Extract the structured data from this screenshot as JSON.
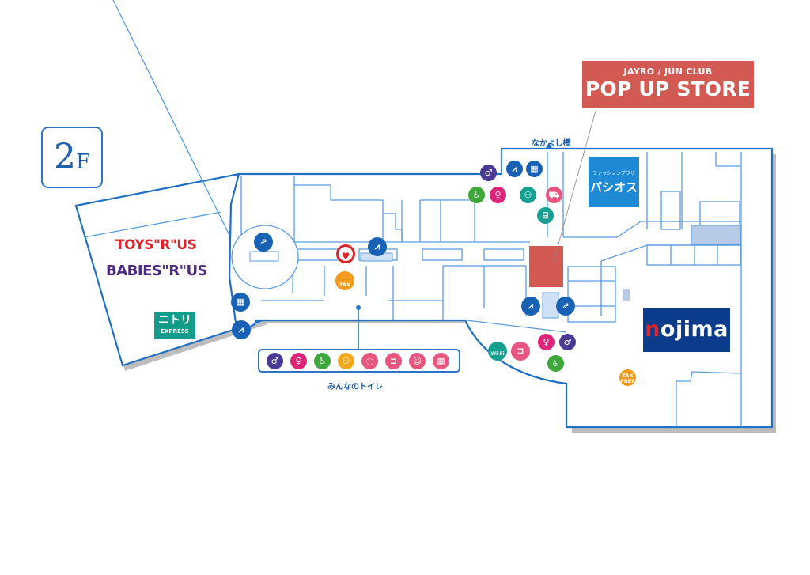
{
  "floor": {
    "number": "2",
    "unit": "F"
  },
  "popup_store": {
    "subtitle": "JAYRO / JUN CLUB",
    "title": "POP UP STORE",
    "color": "#d25a52"
  },
  "labels": {
    "bridge": "なかよし橋",
    "toilet": "みんなのトイレ"
  },
  "stores": {
    "toys": "TOYS\"R\"US",
    "babies": "BABIES\"R\"US",
    "nitori": {
      "jp": "ニトリ",
      "en": "EXPRESS"
    },
    "pasios": {
      "small": "ファッションプラザ",
      "big": "パシオス"
    },
    "nojima": {
      "first": "n",
      "rest": "ojima"
    }
  },
  "icons": {
    "tax_free": "TAX FREE",
    "wifi": "Wi-Fi",
    "aed": "♥",
    "escalator": "⇗",
    "elevator": "▦",
    "mens_toilet": "♂",
    "womens_toilet": "♀",
    "wheelchair": "♿",
    "family": "⚇",
    "nursing": "◌",
    "ostomate": "⊐",
    "baby_change": "☺",
    "locker": "⌸",
    "baby_cart": "⛟",
    "stairs": "⩘"
  },
  "colors": {
    "wall": "#1f6fc4",
    "room": "#5b9be0",
    "pasios": "#1e8ad6",
    "nojima": "#0b3c8c",
    "nitori": "#139c8a",
    "tax_free": "#f29a1c"
  }
}
